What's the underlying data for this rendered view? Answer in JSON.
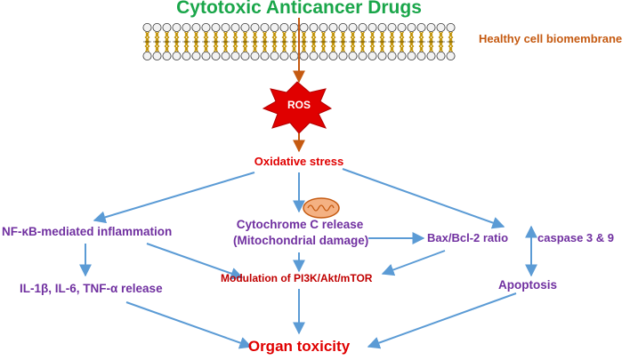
{
  "title": "Cytotoxic Anticancer Drugs",
  "membrane_label": "Healthy cell biomembrane",
  "ros": "ROS",
  "oxidative_stress": "Oxidative stress",
  "nfkb": "NF-κB-mediated inflammation",
  "cytochrome_line1": "Cytochrome C release",
  "cytochrome_line2": "(Mitochondrial damage)",
  "bax": "Bax/Bcl-2 ratio",
  "caspase": "caspase 3 & 9",
  "interleukins": "IL-1β, IL-6, TNF-α release",
  "pi3k": "Modulation of PI3K/Akt/mTOR",
  "apoptosis": "Apoptosis",
  "organ_toxicity": "Organ toxicity",
  "colors": {
    "title_green": "#1aa64a",
    "membrane_orange": "#c55a11",
    "purple": "#7030a0",
    "red": "#e00000",
    "arrow_blue": "#5b9bd5",
    "arrow_brown": "#c55a11"
  }
}
